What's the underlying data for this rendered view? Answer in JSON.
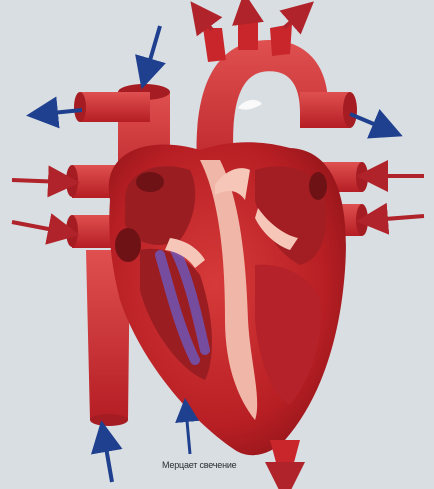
{
  "diagram": {
    "caption": "Мерцает свечение",
    "colors": {
      "background": "#d9dee3",
      "vessel_red": "#c9262b",
      "vessel_dark": "#8f1418",
      "muscle": "#b81f24",
      "chamber": "#9a1d22",
      "septum": "#f0b7a8",
      "valve": "#f6c7b8",
      "deoxygenated_flow": "#6a5cc9",
      "arrow_blue": "#1f3f8f",
      "arrow_red": "#b0232a"
    },
    "arrows": {
      "blue": [
        "top-left",
        "upper-left",
        "upper-right",
        "bottom-left",
        "bottom-center"
      ],
      "red": [
        "left-upper",
        "left-lower",
        "right-upper",
        "right-lower",
        "top-1",
        "top-2",
        "top-3",
        "bottom-right"
      ]
    }
  }
}
